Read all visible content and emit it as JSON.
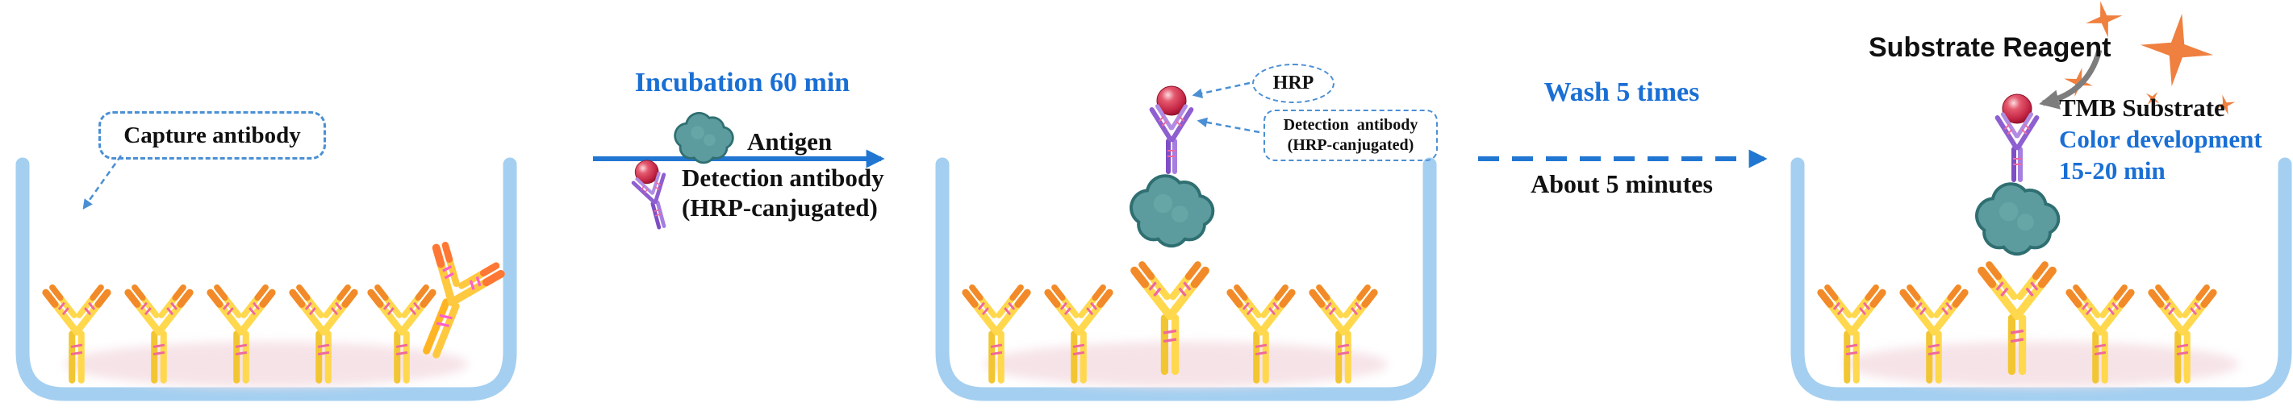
{
  "colors": {
    "accent_blue": "#1A6FD4",
    "callout_blue": "#4A8FD4",
    "antibody_yellow": "#FFD84D",
    "antibody_tip_orange": "#F28A2A",
    "antigen_teal": "#5C9C9E",
    "detection_purple": "#8E5FD0",
    "hrp_red": "#C22A44",
    "substrate_orange": "#EF8040",
    "well_blue": "#A4CFF0"
  },
  "icons": {
    "capture_antibody": "yellow-Y-antibody-icon",
    "antigen": "teal-blob-icon",
    "detection_antibody": "purple-antibody-icon",
    "hrp": "red-sphere-icon",
    "substrate": "orange-starburst-icon"
  },
  "step1": {
    "capture_antibody_label": "Capture antibody"
  },
  "transition1": {
    "title": "Incubation 60 min",
    "antigen_label": "Antigen",
    "detection_antibody_line1": "Detection antibody",
    "detection_antibody_line2": "(HRP-canjugated)"
  },
  "step2": {
    "hrp_label": "HRP",
    "detection_callout_line1": "Detection  antibody",
    "detection_callout_line2": "(HRP-canjugated)"
  },
  "transition2": {
    "title": "Wash 5 times",
    "subtitle": "About 5 minutes"
  },
  "step3": {
    "substrate_reagent_label": "Substrate Reagent",
    "tmb_substrate_label": "TMB Substrate",
    "color_development_label": "Color development",
    "duration_label": "15-20 min"
  }
}
